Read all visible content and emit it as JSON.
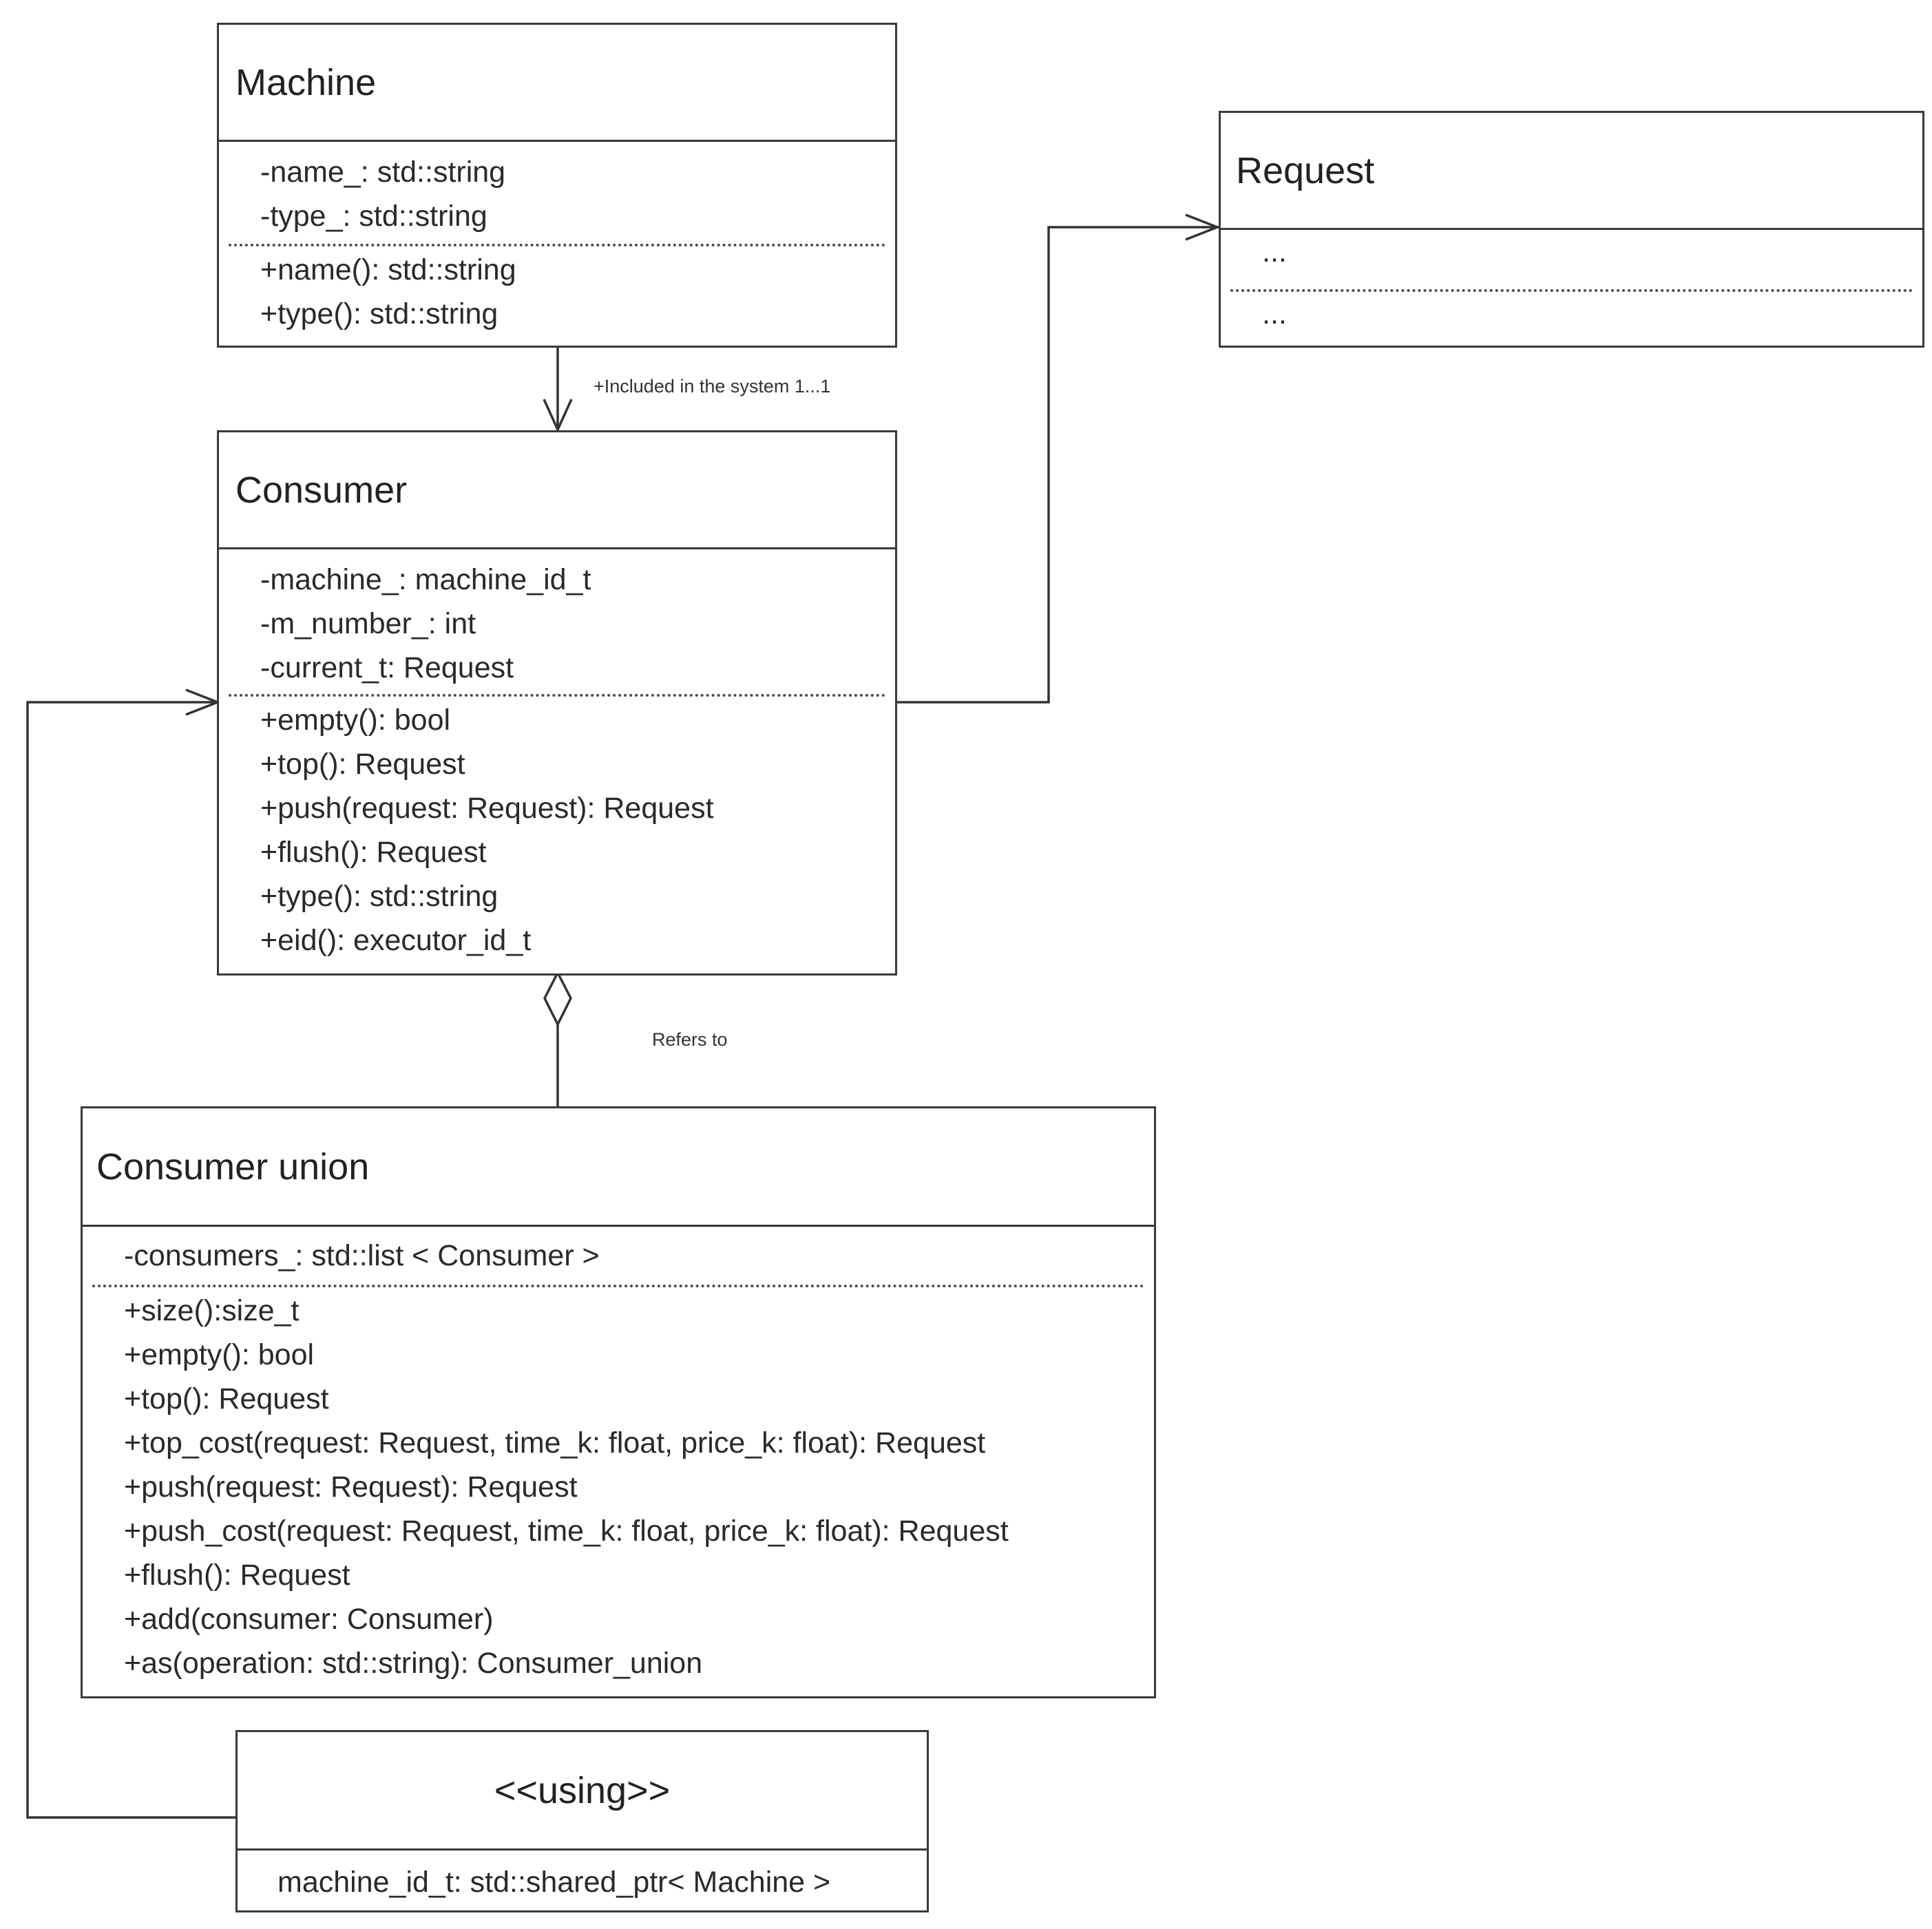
{
  "classes": {
    "machine": {
      "title": "Machine",
      "attributes": [
        "-name_: std::string",
        "-type_: std::string"
      ],
      "methods": [
        "+name(): std::string",
        "+type(): std::string"
      ]
    },
    "request": {
      "title": "Request",
      "attributes": [
        "..."
      ],
      "methods": [
        "..."
      ]
    },
    "consumer": {
      "title": "Consumer",
      "attributes": [
        "-machine_: machine_id_t",
        "-m_number_: int",
        "-current_t: Request"
      ],
      "methods": [
        "+empty(): bool",
        "+top(): Request",
        "+push(request: Request): Request",
        "+flush(): Request",
        "+type(): std::string",
        "+eid(): executor_id_t"
      ]
    },
    "consumer_union": {
      "title": "Consumer union",
      "attributes": [
        "-consumers_: std::list < Consumer >"
      ],
      "methods": [
        "+size():size_t",
        "+empty(): bool",
        "+top(): Request",
        "+top_cost(request: Request, time_k: float, price_k: float): Request",
        "+push(request: Request): Request",
        "+push_cost(request: Request, time_k: float, price_k: float): Request",
        "+flush(): Request",
        "+add(consumer: Consumer)",
        "+as(operation: std::string): Consumer_union"
      ]
    },
    "using": {
      "title": "<<using>>",
      "attributes": [
        "machine_id_t: std::shared_ptr< Machine >"
      ]
    }
  },
  "relations": {
    "machine_consumer_label": "+Included in the system 1...1",
    "consumer_union_label": "Refers to"
  }
}
